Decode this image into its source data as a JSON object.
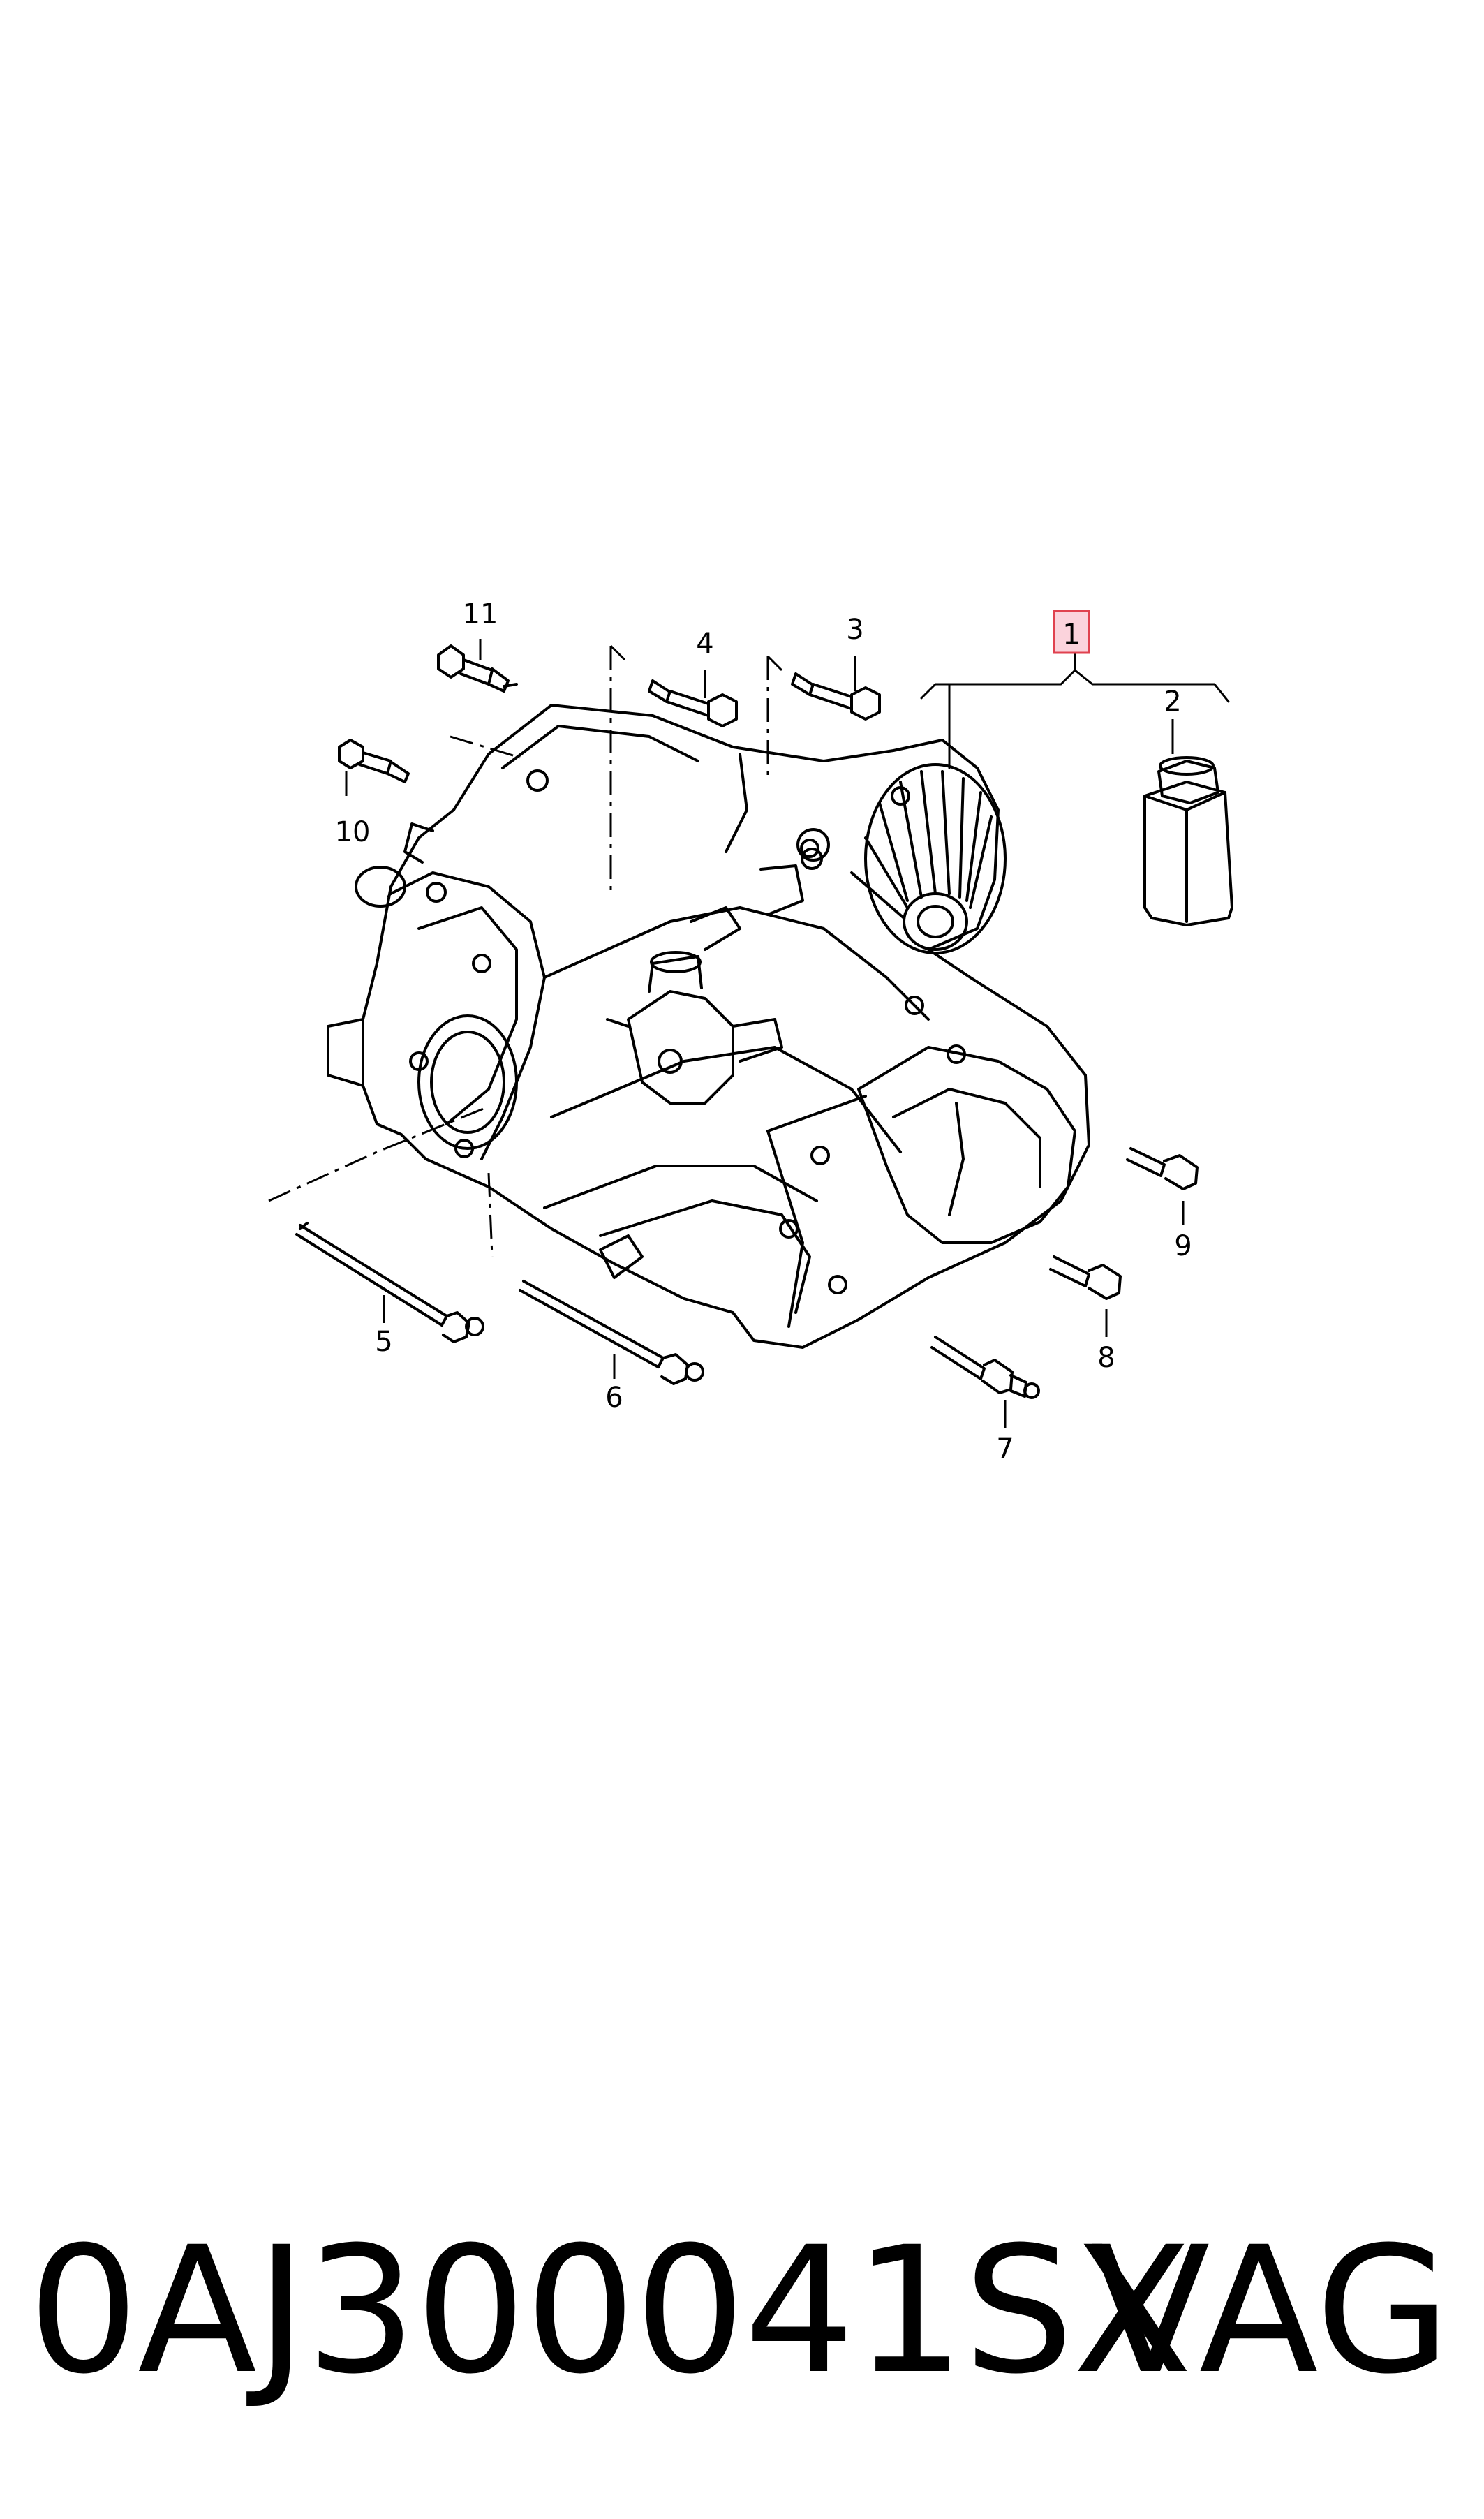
{
  "callouts": {
    "c1": "1",
    "c2": "2",
    "c3": "3",
    "c4": "4",
    "c5": "5",
    "c6": "6",
    "c7": "7",
    "c8": "8",
    "c9": "9",
    "c10": "10",
    "c11": "11"
  },
  "caption": {
    "part_number": "0AJ300041SX",
    "brand": "VAG"
  },
  "colors": {
    "line": "#000000",
    "highlight_fill": "#fbd3dc",
    "highlight_border": "#e0424f"
  }
}
